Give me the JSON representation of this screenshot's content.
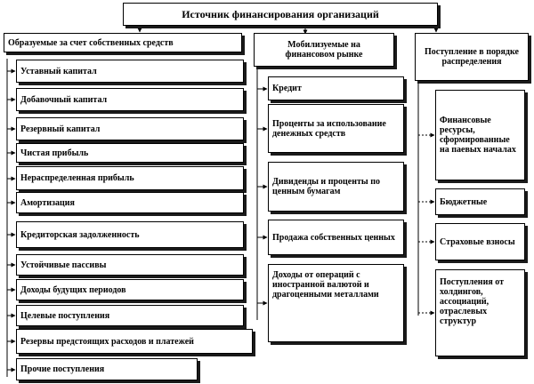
{
  "title": "Источник финансирования организаций",
  "columns": [
    {
      "header": "Образуемые за счет собственных средств",
      "items": [
        "Уставный капитал",
        "Добавочный капитал",
        "Резервный капитал",
        "Чистая прибыль",
        "Нераспределенная прибыль",
        "Амортизация",
        "Кредиторская задолженность",
        "Устойчивые пассивы",
        "Доходы будущих периодов",
        "Целевые поступления",
        "Резервы предстоящих расходов и платежей",
        "Прочие поступления"
      ]
    },
    {
      "header": "Мобилизуемые на финансовом рынке",
      "items": [
        "Кредит",
        "Проценты за использование денежных средств",
        "Дивиденды и проценты по ценным бумагам",
        "Продажа собственных ценных",
        "Доходы от операций с иностранной валютой и драгоценными металлами"
      ]
    },
    {
      "header": "Поступление в порядке распределения",
      "items": [
        "Финансовые ресурсы, сформированные на паевых началах",
        "Бюджетные",
        "Страховые взносы",
        "Поступления от холдингов, ассоциаций, отраслевых структур"
      ]
    }
  ]
}
